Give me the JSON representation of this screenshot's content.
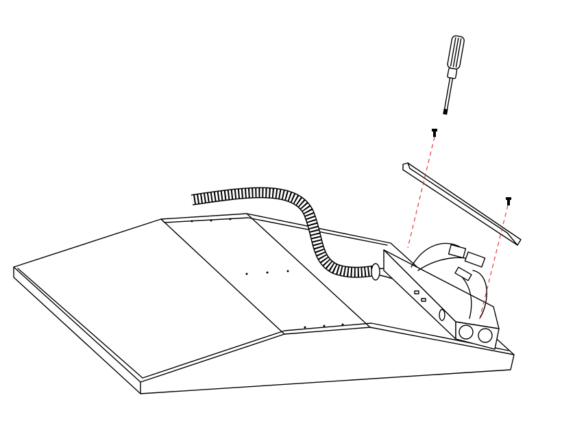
{
  "diagram": {
    "colors": {
      "line": "#000000",
      "guide": "#e8323c",
      "background": "#ffffff"
    },
    "parts": [
      "fixture-housing",
      "flexible-conduit",
      "junction-box",
      "cover-plate",
      "screw",
      "screwdriver"
    ]
  }
}
